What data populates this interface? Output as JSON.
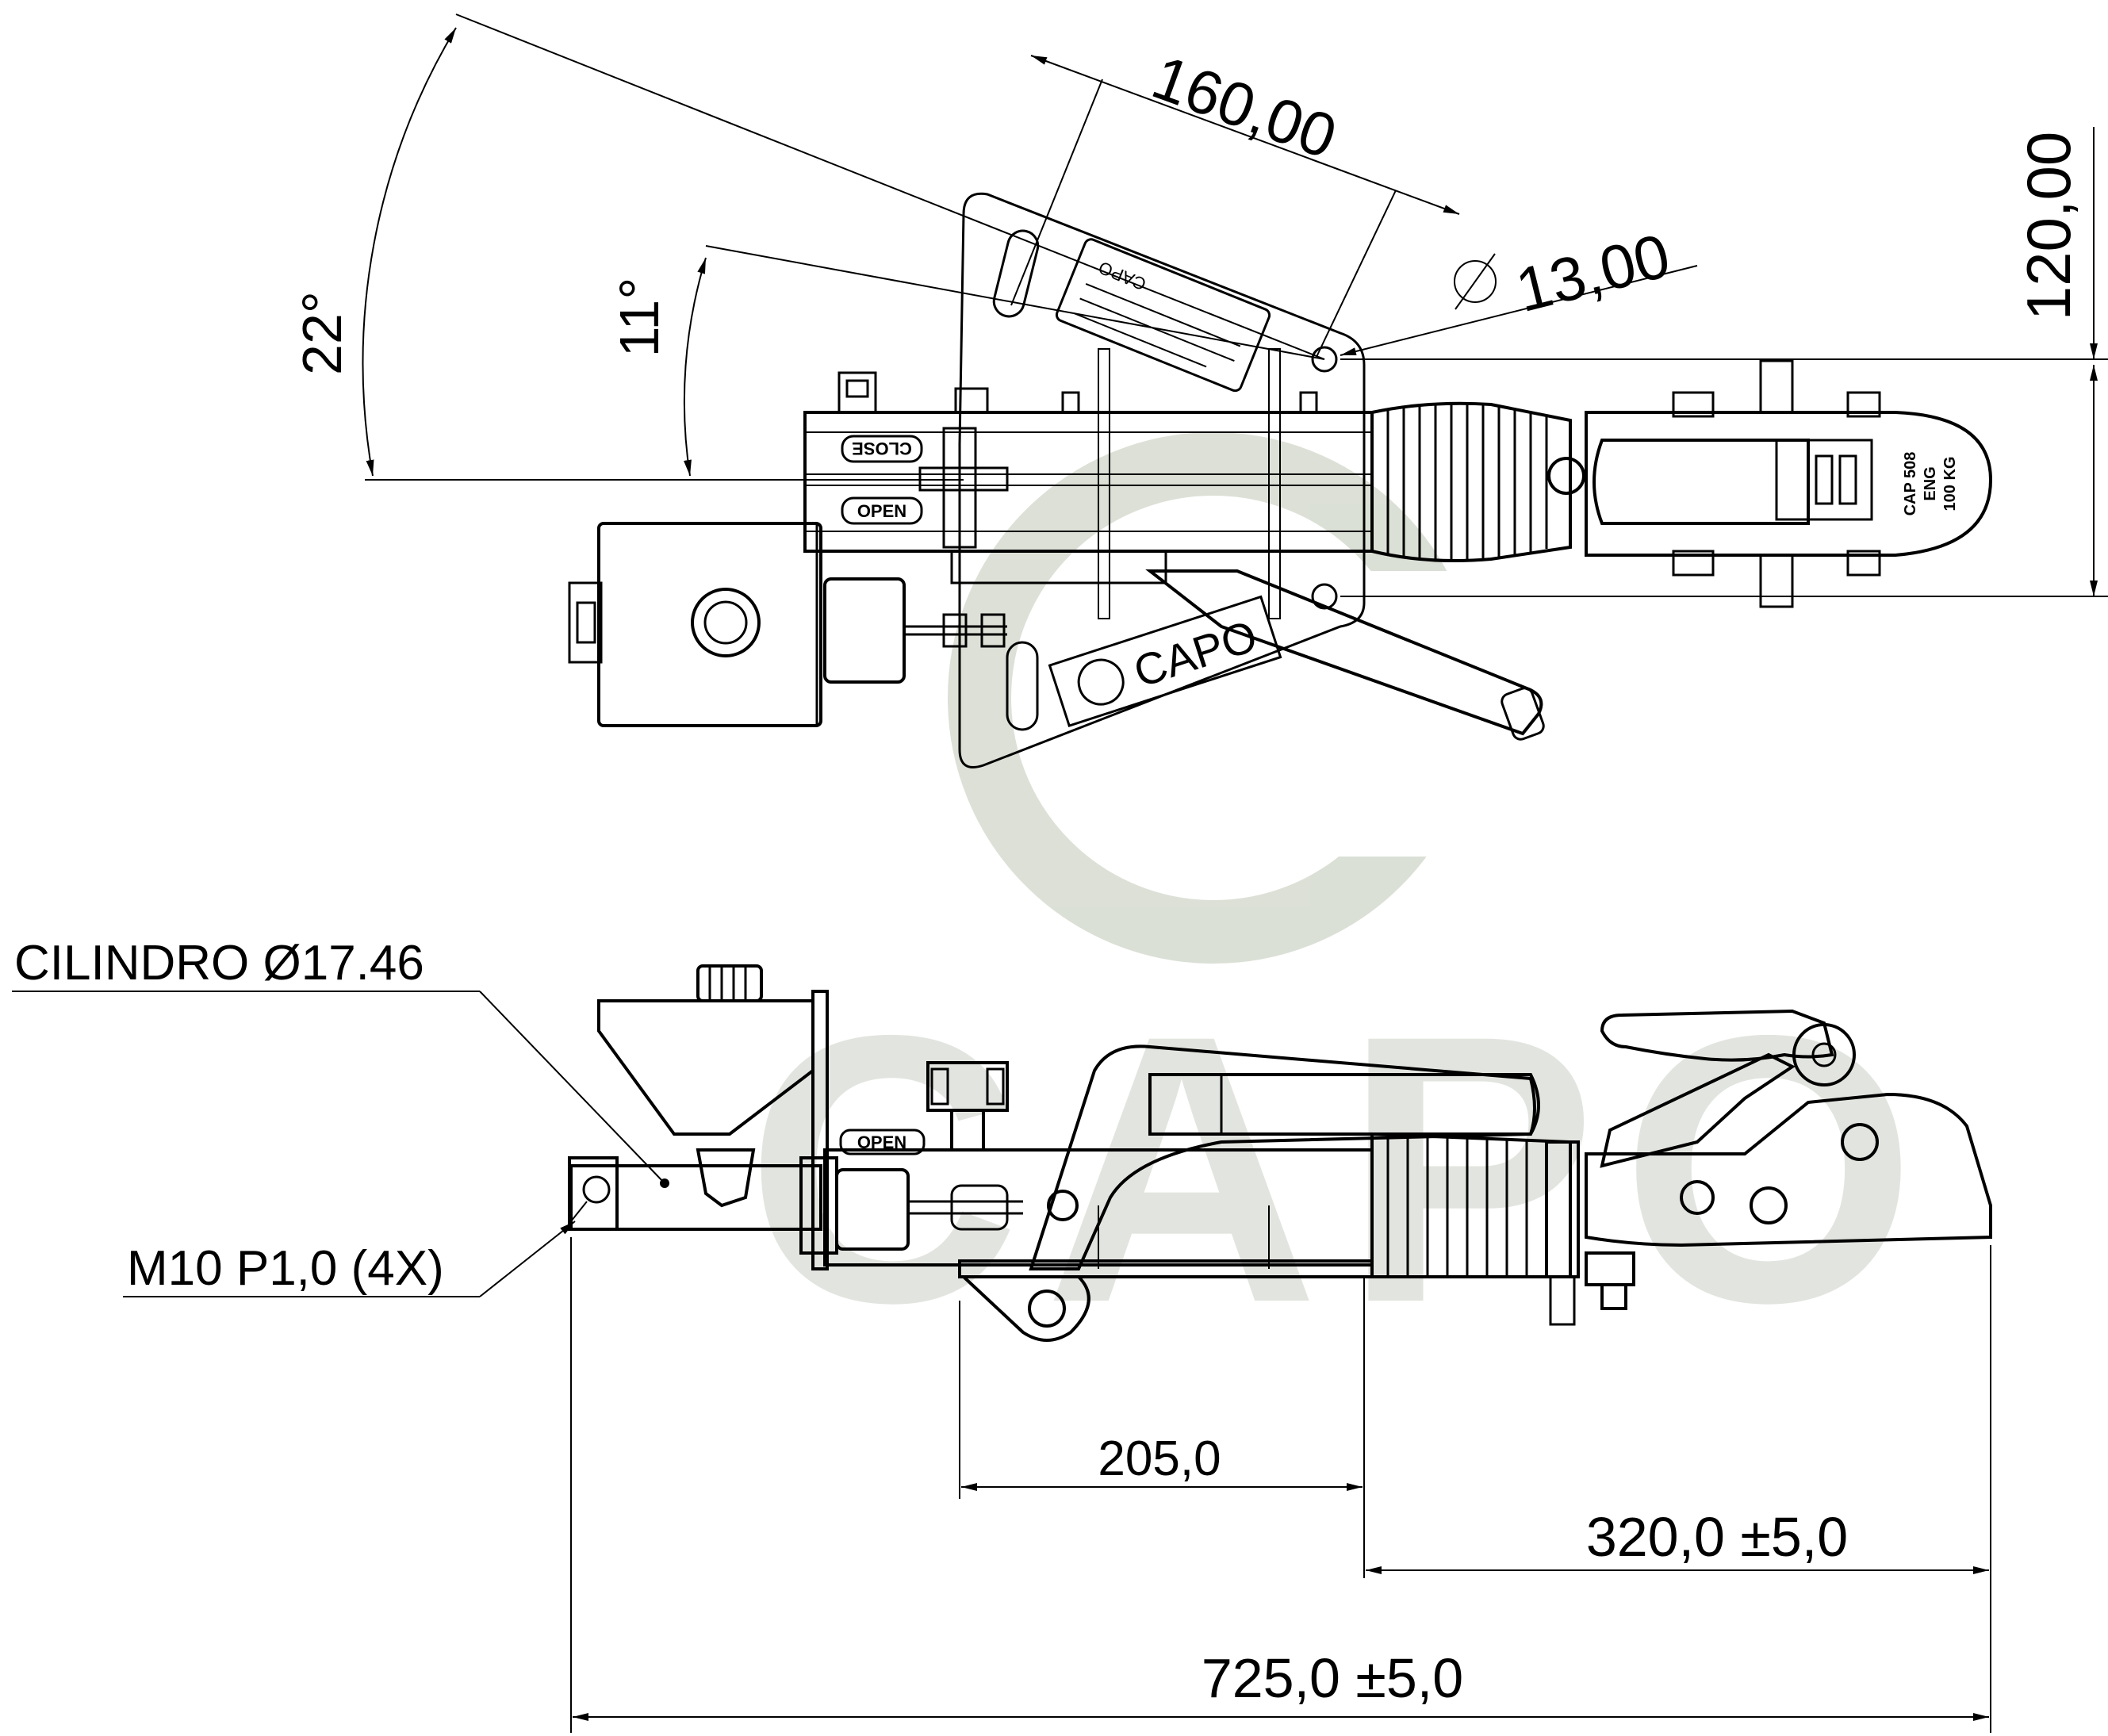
{
  "watermark": {
    "text": "CAPO",
    "color": "#c9d3c0"
  },
  "top_view": {
    "dimensions": {
      "length_slot": "160,00",
      "hole_diameter": "13,00",
      "height": "120,00",
      "angle_outer": "22°",
      "angle_inner": "11°"
    },
    "labels": {
      "close": "CLOSE",
      "open": "OPEN",
      "brand_plate": "CAPO"
    },
    "coupling_head_text": [
      "CAP 508",
      "ENG",
      "100 KG"
    ]
  },
  "side_view": {
    "callouts": {
      "cylinder": "CILINDRO Ø17.46",
      "thread": "M10 P1,0 (4X)"
    },
    "labels": {
      "open": "OPEN"
    },
    "dimensions": {
      "d205": "205,0",
      "d320": "320,0 ±5,0",
      "d725": "725,0 ±5,0"
    }
  }
}
